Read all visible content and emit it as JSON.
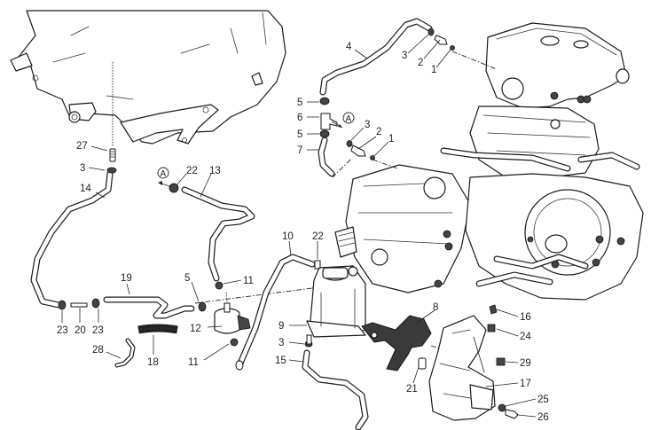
{
  "diagram": {
    "type": "exploded-parts-diagram",
    "subject": "cooling / breather hose system with engine, frame and expansion tank",
    "reference_marker": "A",
    "callouts": [
      {
        "id": "c27",
        "number": "27",
        "part": "fitting-stud"
      },
      {
        "id": "c3a",
        "number": "3",
        "part": "hose-clamp"
      },
      {
        "id": "c14",
        "number": "14",
        "part": "hose"
      },
      {
        "id": "c22a",
        "number": "22",
        "part": "clamp"
      },
      {
        "id": "c13",
        "number": "13",
        "part": "hose"
      },
      {
        "id": "c4",
        "number": "4",
        "part": "hose"
      },
      {
        "id": "c3b",
        "number": "3",
        "part": "washer"
      },
      {
        "id": "c2a",
        "number": "2",
        "part": "union-fitting"
      },
      {
        "id": "c1a",
        "number": "1",
        "part": "washer"
      },
      {
        "id": "c5a",
        "number": "5",
        "part": "clamp"
      },
      {
        "id": "c6",
        "number": "6",
        "part": "t-fitting"
      },
      {
        "id": "c5b",
        "number": "5",
        "part": "clamp"
      },
      {
        "id": "c7",
        "number": "7",
        "part": "hose"
      },
      {
        "id": "c3c",
        "number": "3",
        "part": "washer"
      },
      {
        "id": "c2b",
        "number": "2",
        "part": "union-fitting"
      },
      {
        "id": "c1b",
        "number": "1",
        "part": "washer"
      },
      {
        "id": "c10",
        "number": "10",
        "part": "hose"
      },
      {
        "id": "c22b",
        "number": "22",
        "part": "clamp"
      },
      {
        "id": "c19",
        "number": "19",
        "part": "hose"
      },
      {
        "id": "c5c",
        "number": "5",
        "part": "clamp"
      },
      {
        "id": "c11a",
        "number": "11",
        "part": "clamp"
      },
      {
        "id": "c12",
        "number": "12",
        "part": "filter"
      },
      {
        "id": "c11b",
        "number": "11",
        "part": "clamp"
      },
      {
        "id": "c23a",
        "number": "23",
        "part": "clamp"
      },
      {
        "id": "c20",
        "number": "20",
        "part": "connector"
      },
      {
        "id": "c23b",
        "number": "23",
        "part": "clamp"
      },
      {
        "id": "c18",
        "number": "18",
        "part": "protective-sleeve"
      },
      {
        "id": "c28",
        "number": "28",
        "part": "small-hose"
      },
      {
        "id": "c9",
        "number": "9",
        "part": "expansion-tank"
      },
      {
        "id": "c3d",
        "number": "3",
        "part": "hose-clamp"
      },
      {
        "id": "c15",
        "number": "15",
        "part": "hose"
      },
      {
        "id": "c8",
        "number": "8",
        "part": "bracket"
      },
      {
        "id": "c21",
        "number": "21",
        "part": "spacer"
      },
      {
        "id": "c16",
        "number": "16",
        "part": "screw"
      },
      {
        "id": "c24",
        "number": "24",
        "part": "nut-clip"
      },
      {
        "id": "c29",
        "number": "29",
        "part": "grommet"
      },
      {
        "id": "c17",
        "number": "17",
        "part": "cover"
      },
      {
        "id": "c25",
        "number": "25",
        "part": "washer"
      },
      {
        "id": "c26",
        "number": "26",
        "part": "screw"
      }
    ]
  }
}
